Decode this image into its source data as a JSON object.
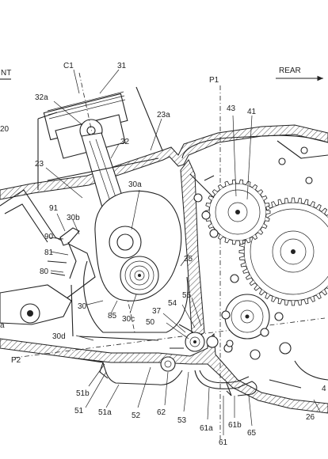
{
  "labels": {
    "front": "NT",
    "rear": "REAR",
    "axis_p1": "P1",
    "axis_p2": "P2",
    "c1": "C1",
    "n31": "31",
    "n32a": "32a",
    "n32": "32",
    "n23a": "23a",
    "n23": "23",
    "n43": "43",
    "n41": "41",
    "n30a": "30a",
    "n91": "91",
    "n30b": "30b",
    "n90": "90",
    "n81": "81",
    "n80": "80",
    "n25": "25",
    "n30": "30",
    "n85": "85",
    "n30c": "30c",
    "n37": "37",
    "n54": "54",
    "n55": "55",
    "n50": "50",
    "n30d": "30d",
    "n51b": "51b",
    "n51": "51",
    "n51a": "51a",
    "n52": "52",
    "n62": "62",
    "n53": "53",
    "n61a": "61a",
    "n61b": "61b",
    "n61": "61",
    "n65": "65",
    "n26": "26",
    "edge_a": "a",
    "edge_20": "20",
    "edge_4": "4"
  }
}
